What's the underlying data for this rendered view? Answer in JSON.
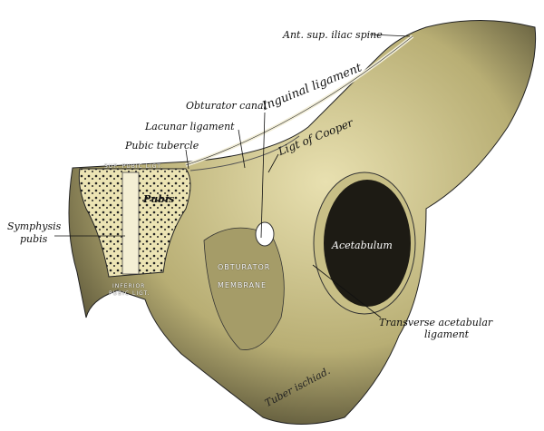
{
  "labels": {
    "ant_sup_iliac_spine": "Ant. sup. iliac spine",
    "inguinal_ligament": "Inguinal ligament",
    "ligt_of_cooper": "Ligt of Cooper",
    "obturator_canal": "Obturator canal",
    "lacunar_ligament": "Lacunar ligament",
    "pubic_tubercle": "Pubic tubercle",
    "symphysis_pubis_1": "Symphysis",
    "symphysis_pubis_2": "pubis",
    "sup_pubic_ligt": "SUP. PUBIC LIGT.",
    "pubis": "Pubis",
    "inferior_pubic_ligt_1": "INFERIOR",
    "inferior_pubic_ligt_2": "PUBIC LIGT.",
    "obturator_membrane_1": "OBTURATOR",
    "obturator_membrane_2": "MEMBRANE",
    "acetabulum": "Acetabulum",
    "transverse_acetabular_ligament_1": "Transverse acetabular",
    "transverse_acetabular_ligament_2": "ligament",
    "tuber_ischiad": "Tuber ischiad."
  },
  "colors": {
    "bone": "#c8bf86",
    "bone_light": "#e8e0b0",
    "shade": "#4a4530",
    "ink": "#111111"
  }
}
